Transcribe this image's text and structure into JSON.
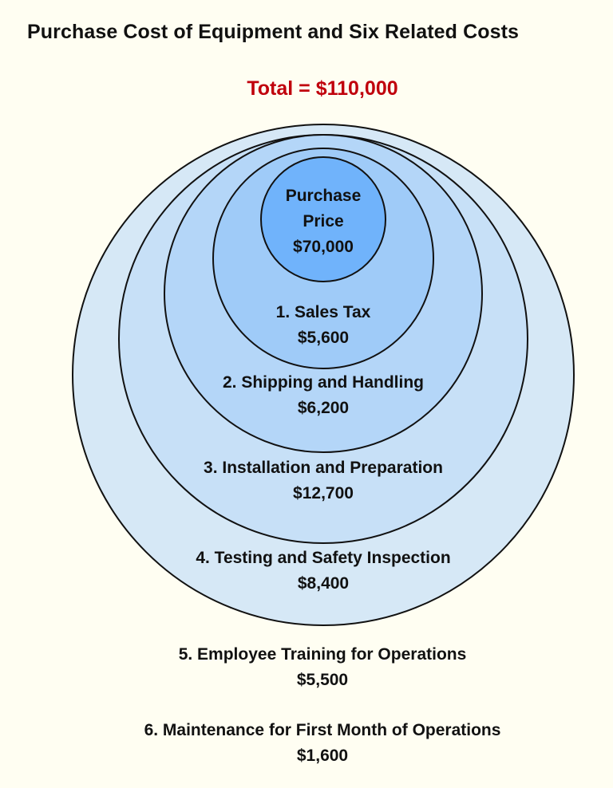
{
  "title": "Purchase Cost of Equipment and Six Related Costs",
  "total": "Total = $110,000",
  "purchase_price": {
    "line1": "Purchase",
    "line2": "Price",
    "amount": "$70,000"
  },
  "costs": [
    {
      "label": "1. Sales Tax",
      "amount": "$5,600"
    },
    {
      "label": "2. Shipping and Handling",
      "amount": "$6,200"
    },
    {
      "label": "3. Installation and Preparation",
      "amount": "$12,700"
    },
    {
      "label": "4. Testing and Safety Inspection",
      "amount": "$8,400"
    },
    {
      "label": "5. Employee Training for Operations",
      "amount": "$5,500"
    },
    {
      "label": "6. Maintenance for First Month of Operations",
      "amount": "$1,600"
    }
  ],
  "colors": {
    "title_total": "#c0000c",
    "circle_fill_outer": "#d6e8f6",
    "circle_fill_level4": "#c7e0f7",
    "circle_fill_level3": "#b4d6f8",
    "circle_fill_level2": "#9fcbf8",
    "circle_fill_level1": "#8cc0f9",
    "circle_fill_inner": "#70b3fb",
    "stroke": "#111111",
    "background": "#fffef2"
  }
}
